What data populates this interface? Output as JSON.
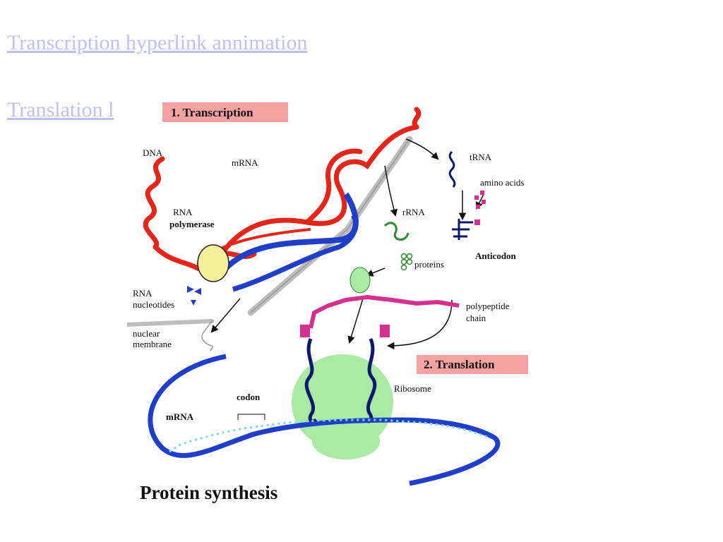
{
  "links": {
    "transcription": "Transcription hyperlink annimation",
    "translation": "Translation l"
  },
  "diagram": {
    "header_transcription": "1. Transcription",
    "header_translation": "2. Translation",
    "title": "Protein synthesis",
    "labels": {
      "dna": "DNA",
      "mrna_top": "mRNA",
      "rna_polymerase_1": "RNA",
      "rna_polymerase_2": "polymerase",
      "rna_nucleotides_1": "RNA",
      "rna_nucleotides_2": "nucleotides",
      "nuclear_membrane_1": "nuclear",
      "nuclear_membrane_2": "membrane",
      "rrna": "rRNA",
      "trna": "tRNA",
      "amino_acids": "amino acids",
      "anticodon": "Anticodon",
      "proteins": "proteins",
      "polypeptide_1": "polypeptide",
      "polypeptide_2": "chain",
      "ribosome": "Ribosome",
      "codon": "codon",
      "mrna_bottom": "mRNA"
    },
    "colors": {
      "dna": "#e4261a",
      "mrna": "#1f3fc8",
      "dark_blue": "#0c1a6e",
      "ribosome": "#a9eaa4",
      "polymerase": "#f5ef9a",
      "header_bg": "#f4a2a2",
      "amino": "#d52f8f",
      "rrna": "#2e8b2e",
      "membrane": "#bdbdbd",
      "link": "#c2c0f2"
    }
  }
}
